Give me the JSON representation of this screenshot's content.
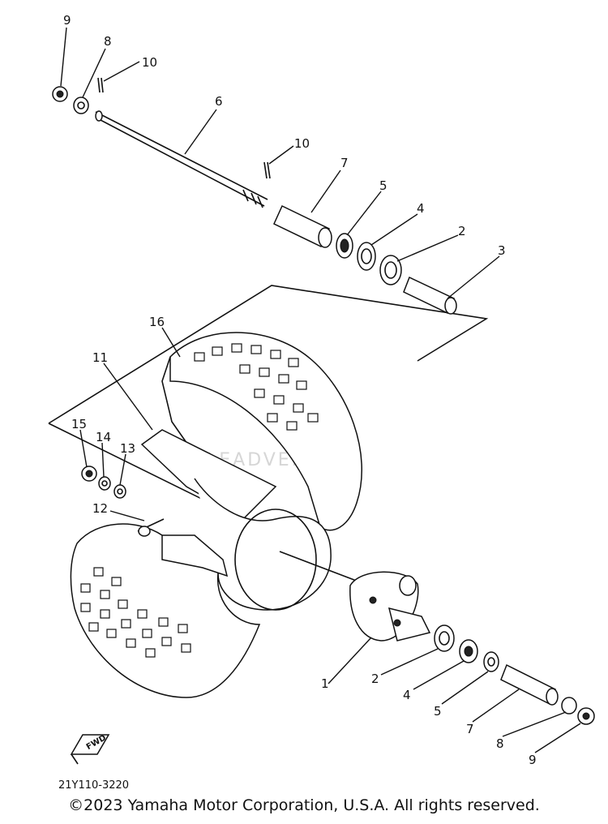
{
  "diagram": {
    "callouts": {
      "c1": "1",
      "c2a": "2",
      "c2b": "2",
      "c3": "3",
      "c4a": "4",
      "c4b": "4",
      "c5a": "5",
      "c5b": "5",
      "c6": "6",
      "c7a": "7",
      "c7b": "7",
      "c8a": "8",
      "c8b": "8",
      "c9a": "9",
      "c9b": "9",
      "c10a": "10",
      "c10b": "10",
      "c11": "11",
      "c12": "12",
      "c13": "13",
      "c14": "14",
      "c15": "15",
      "c16": "16"
    },
    "fwd_label": "FWD",
    "part_code": "21Y110-3220",
    "watermark": "LEADVENTURE"
  },
  "footer": {
    "copyright": "©2023 Yamaha Motor Corporation, U.S.A. All rights reserved."
  },
  "colors": {
    "ink": "#111111",
    "paper": "#ffffff",
    "watermark": "#d6d6d6"
  }
}
